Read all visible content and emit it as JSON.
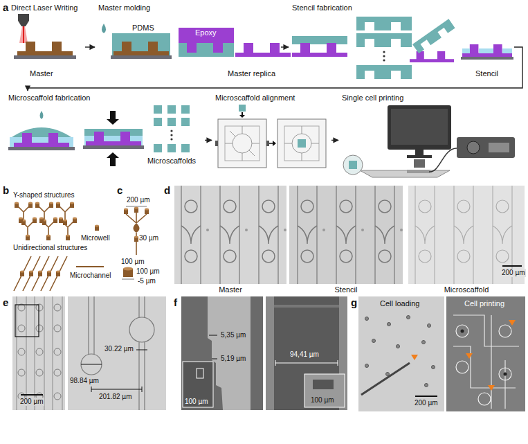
{
  "diagram": {
    "nodes": [
      {
        "text": [
          "Direct Laser Writing"
        ]
      },
      {
        "text": [
          "Master molding"
        ]
      },
      {
        "text": [
          "Stencil fabrication"
        ]
      },
      {
        "text": [
          "Microscaffold fabrication"
        ]
      },
      {
        "text": [
          "Microscaffold alignment"
        ]
      },
      {
        "text": [
          "Single cell printing"
        ]
      }
    ],
    "edges": [
      {
        "from": 0,
        "to": 1,
        "arrow": "to"
      },
      {
        "from": 1,
        "to": 2,
        "arrow": "to"
      },
      {
        "from": 2,
        "to": 3,
        "arrow": "to"
      },
      {
        "from": 3,
        "to": 4,
        "arrow": "to"
      },
      {
        "from": 4,
        "to": 5,
        "arrow": "to"
      }
    ],
    "labels": [
      "a",
      "Master",
      "PDMS",
      "Epoxy",
      "Master replica",
      "Stencil",
      "Microscaffolds",
      "b",
      "Y-shaped structures",
      "Microwell",
      "Unidirectional structures",
      "Microchannel",
      "c",
      "200 µm",
      "30 µm",
      "100 µm",
      "100 µm",
      "-5 µm",
      "d",
      "Master",
      "Stencil",
      "Microscaffold",
      "200 µm",
      "e",
      "200 µm",
      "30.22 µm",
      "98.84 µm",
      "201.82 µm",
      "f",
      "5,35 µm",
      "5,19 µm",
      "100 µm",
      "94,41 µm",
      "100 µm",
      "g",
      "Cell loading",
      "200 µm",
      "Cell printing"
    ]
  }
}
